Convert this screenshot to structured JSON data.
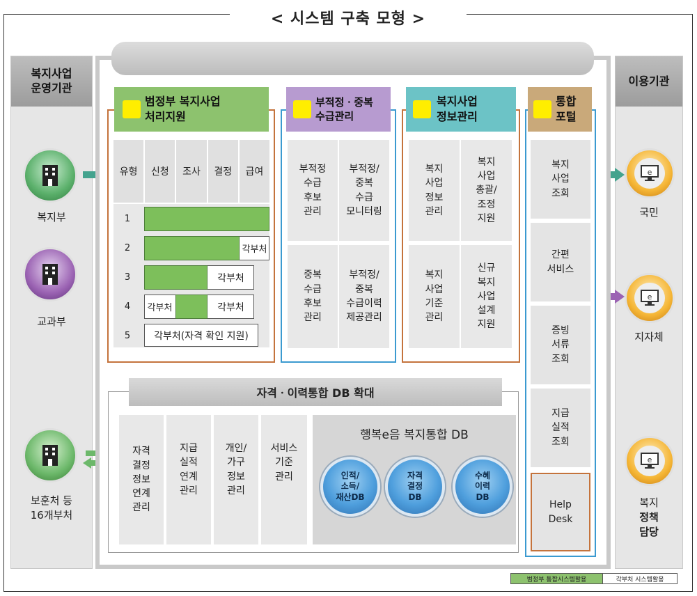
{
  "title": "< 시스템 구축 모형 >",
  "left_col": {
    "header_line1": "복지사업",
    "header_line2": "운영기관",
    "orgs": [
      {
        "label_line1": "복지부",
        "label_line2": "",
        "color": "#5bb06b",
        "icon": "building-icon"
      },
      {
        "label_line1": "교과부",
        "label_line2": "",
        "color": "#9b63b3",
        "icon": "building-icon"
      },
      {
        "label_line1": "보훈처 등",
        "label_line2": "16개부처",
        "color": "#6cb86a",
        "icon": "building-icon"
      }
    ]
  },
  "right_col": {
    "header": "이용기관",
    "orgs": [
      {
        "label_line1": "국민",
        "label_line2": "",
        "label_line3": "",
        "icon": "monitor-icon"
      },
      {
        "label_line1": "지자체",
        "label_line2": "",
        "label_line3": "",
        "icon": "monitor-icon"
      },
      {
        "label_line1": "복지",
        "label_line2": "정책",
        "label_line3": "담당",
        "icon": "monitor-icon"
      }
    ]
  },
  "sections": {
    "s1": {
      "title_line1": "범정부 복지사업",
      "title_line2": "처리지원",
      "head_color": "#8dc26e",
      "border_color": "#c4733c",
      "columns": [
        "유형",
        "신청",
        "조사",
        "결정",
        "급여"
      ],
      "rows": [
        {
          "num": "1"
        },
        {
          "num": "2",
          "text_right": "각부처"
        },
        {
          "num": "3",
          "text_right": "각부처"
        },
        {
          "num": "4",
          "text_left": "각부처",
          "text_right": "각부처"
        },
        {
          "num": "5",
          "text_full": "각부처(자격 확인 지원)"
        }
      ],
      "row_fill": [
        1.0,
        0.75,
        0.5,
        0.5,
        0.0
      ]
    },
    "s2": {
      "title_line1": "부적정ㆍ중복",
      "title_line2": "수급관리",
      "head_color": "#b79bd0",
      "border_color": "#3b9ad0",
      "cells": [
        [
          "부적정",
          "수급",
          "후보",
          "관리"
        ],
        [
          "부적정/",
          "중복",
          "수급",
          "모니터링"
        ],
        [
          "중복",
          "수급",
          "후보",
          "관리"
        ],
        [
          "부적정/",
          "중복",
          "수급이력",
          "제공관리"
        ]
      ]
    },
    "s3": {
      "title_line1": "복지사업",
      "title_line2": "정보관리",
      "head_color": "#6cc3c6",
      "border_color": "#c4733c",
      "cells": [
        [
          "복지",
          "사업",
          "정보",
          "관리"
        ],
        [
          "복지",
          "사업",
          "총괄/",
          "조정",
          "지원"
        ],
        [
          "복지",
          "사업",
          "기준",
          "관리"
        ],
        [
          "신규",
          "복지",
          "사업",
          "설계",
          "지원"
        ]
      ]
    },
    "s4": {
      "title_line1": "통합",
      "title_line2": "포털",
      "head_color": "#c9a97a",
      "border_color": "#3b9ad0",
      "items": [
        [
          "복지",
          "사업",
          "조회"
        ],
        [
          "간편",
          "서비스"
        ],
        [
          "증빙",
          "서류",
          "조회"
        ],
        [
          "지급",
          "실적",
          "조회"
        ],
        [
          "Help",
          "Desk"
        ]
      ]
    }
  },
  "db": {
    "header": "자격ㆍ이력통합 DB 확대",
    "cols": [
      [
        "자격",
        "결정",
        "정보",
        "연계",
        "관리"
      ],
      [
        "지급",
        "실적",
        "연계",
        "관리"
      ],
      [
        "개인/",
        "가구",
        "정보",
        "관리"
      ],
      [
        "서비스",
        "기준",
        "관리"
      ]
    ],
    "box_title": "행복e음 복지통합 DB",
    "circles": [
      [
        "인적/",
        "소득/",
        "재산DB"
      ],
      [
        "자격",
        "결정",
        "DB"
      ],
      [
        "수혜",
        "이력",
        "DB"
      ]
    ]
  },
  "legend": {
    "green_label": "범정부 통합시스템활용",
    "white_label": "각부처 시스템활용",
    "green_color": "#8dc26e"
  }
}
